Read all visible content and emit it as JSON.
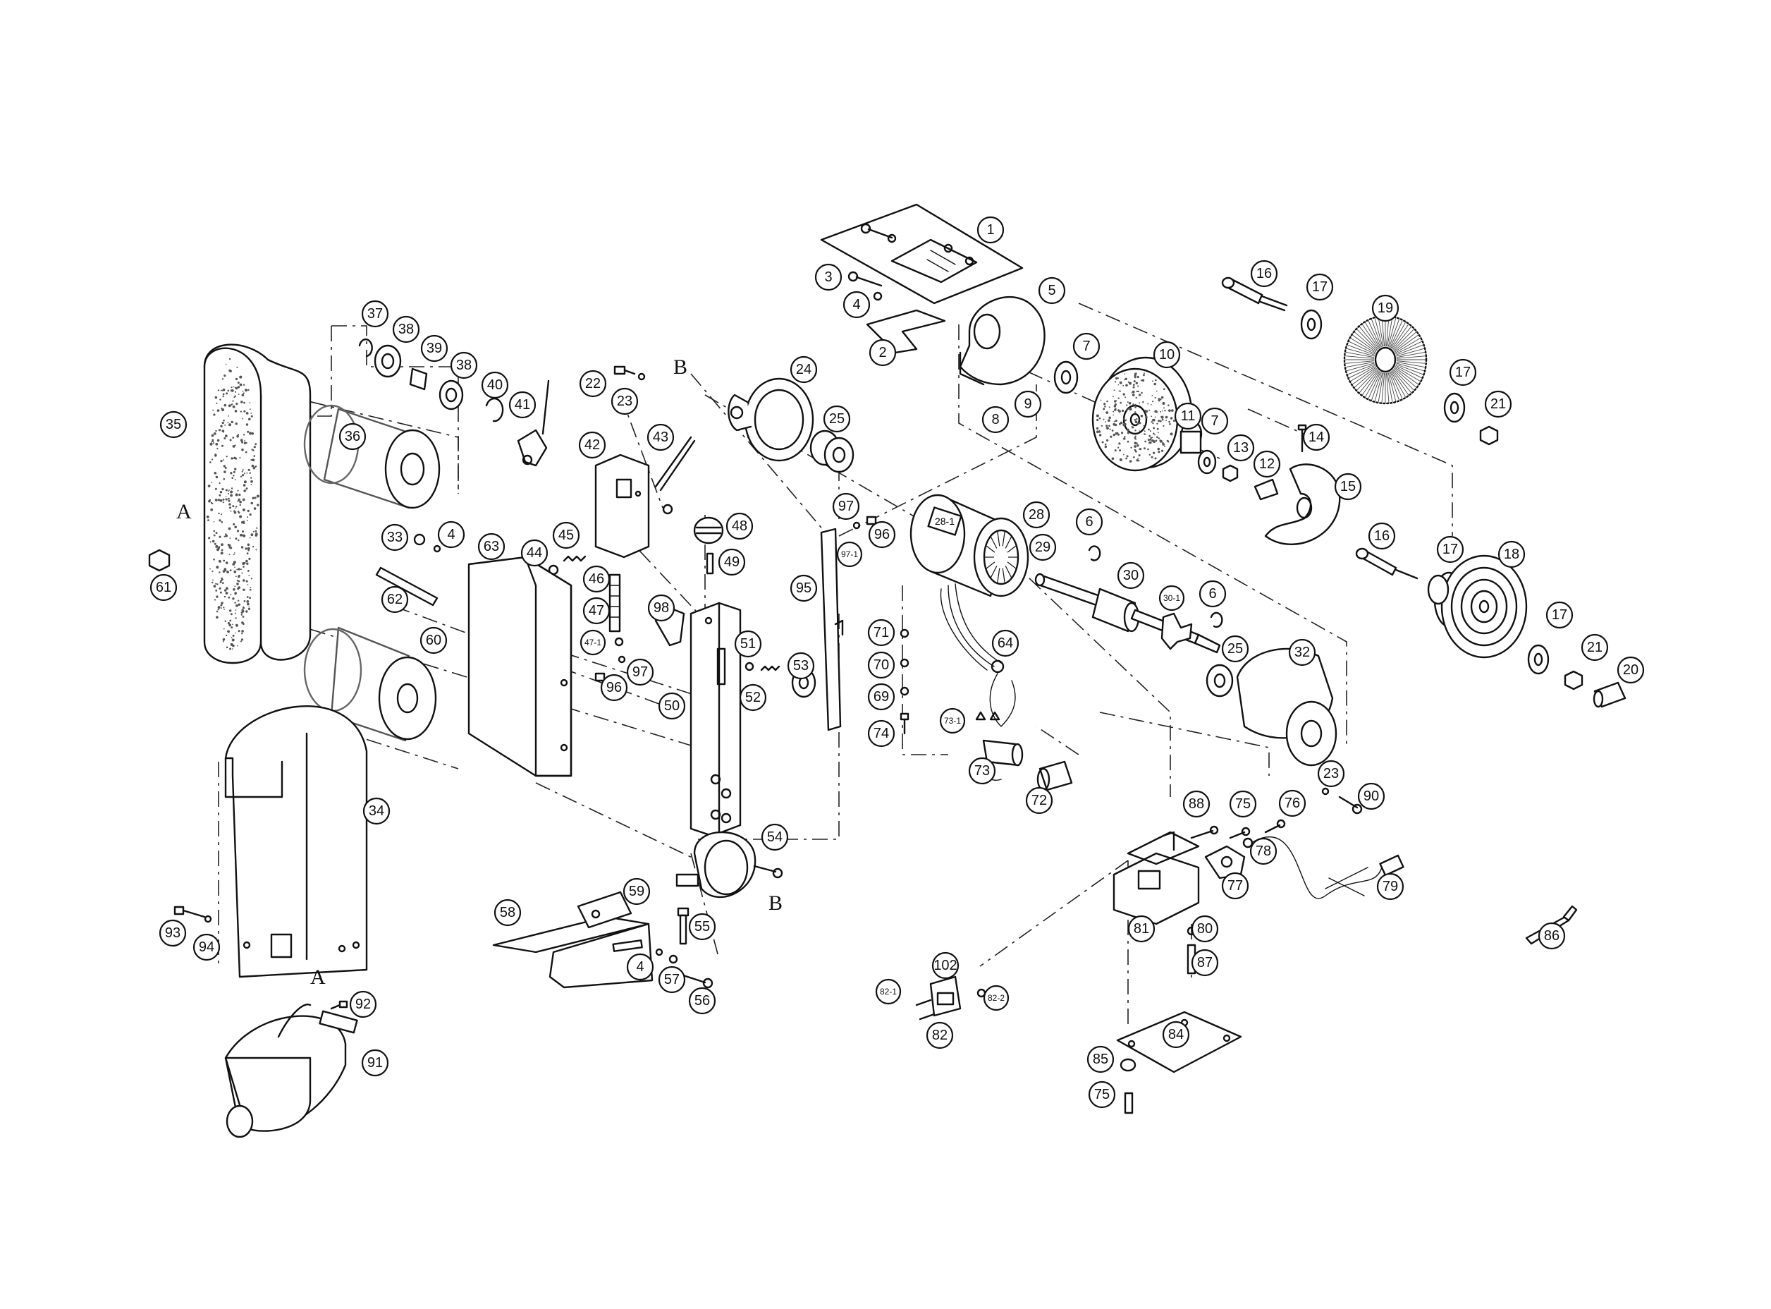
{
  "diagram": {
    "callouts": [
      {
        "id": "c1",
        "label": "1"
      },
      {
        "id": "c2",
        "label": "2"
      },
      {
        "id": "c3",
        "label": "3"
      },
      {
        "id": "c4a",
        "label": "4"
      },
      {
        "id": "c5",
        "label": "5"
      },
      {
        "id": "c6a",
        "label": "6"
      },
      {
        "id": "c6b",
        "label": "6"
      },
      {
        "id": "c7a",
        "label": "7"
      },
      {
        "id": "c7b",
        "label": "7"
      },
      {
        "id": "c8",
        "label": "8"
      },
      {
        "id": "c9",
        "label": "9"
      },
      {
        "id": "c10",
        "label": "10"
      },
      {
        "id": "c11",
        "label": "11"
      },
      {
        "id": "c12",
        "label": "12"
      },
      {
        "id": "c13",
        "label": "13"
      },
      {
        "id": "c14",
        "label": "14"
      },
      {
        "id": "c15",
        "label": "15"
      },
      {
        "id": "c16a",
        "label": "16"
      },
      {
        "id": "c16b",
        "label": "16"
      },
      {
        "id": "c17a",
        "label": "17"
      },
      {
        "id": "c17b",
        "label": "17"
      },
      {
        "id": "c17c",
        "label": "17"
      },
      {
        "id": "c17d",
        "label": "17"
      },
      {
        "id": "c18",
        "label": "18"
      },
      {
        "id": "c19",
        "label": "19"
      },
      {
        "id": "c20",
        "label": "20"
      },
      {
        "id": "c21a",
        "label": "21"
      },
      {
        "id": "c21b",
        "label": "21"
      },
      {
        "id": "c22",
        "label": "22"
      },
      {
        "id": "c23a",
        "label": "23"
      },
      {
        "id": "c23b",
        "label": "23"
      },
      {
        "id": "c24",
        "label": "24"
      },
      {
        "id": "c25a",
        "label": "25"
      },
      {
        "id": "c25b",
        "label": "25"
      },
      {
        "id": "c28",
        "label": "28"
      },
      {
        "id": "c29",
        "label": "29"
      },
      {
        "id": "c30",
        "label": "30"
      },
      {
        "id": "c30-1",
        "label": "30-1"
      },
      {
        "id": "c32",
        "label": "32"
      },
      {
        "id": "c33",
        "label": "33"
      },
      {
        "id": "c4b",
        "label": "4"
      },
      {
        "id": "c34",
        "label": "34"
      },
      {
        "id": "c35",
        "label": "35"
      },
      {
        "id": "c36",
        "label": "36"
      },
      {
        "id": "c37",
        "label": "37"
      },
      {
        "id": "c38a",
        "label": "38"
      },
      {
        "id": "c38b",
        "label": "38"
      },
      {
        "id": "c39",
        "label": "39"
      },
      {
        "id": "c40",
        "label": "40"
      },
      {
        "id": "c41",
        "label": "41"
      },
      {
        "id": "c42",
        "label": "42"
      },
      {
        "id": "c43",
        "label": "43"
      },
      {
        "id": "c44",
        "label": "44"
      },
      {
        "id": "c45",
        "label": "45"
      },
      {
        "id": "c46",
        "label": "46"
      },
      {
        "id": "c47",
        "label": "47"
      },
      {
        "id": "c47-1",
        "label": "47-1"
      },
      {
        "id": "c48",
        "label": "48"
      },
      {
        "id": "c49",
        "label": "49"
      },
      {
        "id": "c50",
        "label": "50"
      },
      {
        "id": "c51",
        "label": "51"
      },
      {
        "id": "c52",
        "label": "52"
      },
      {
        "id": "c53",
        "label": "53"
      },
      {
        "id": "c54",
        "label": "54"
      },
      {
        "id": "c55",
        "label": "55"
      },
      {
        "id": "c56",
        "label": "56"
      },
      {
        "id": "c57",
        "label": "57"
      },
      {
        "id": "c4c",
        "label": "4"
      },
      {
        "id": "c58",
        "label": "58"
      },
      {
        "id": "c59",
        "label": "59"
      },
      {
        "id": "c60",
        "label": "60"
      },
      {
        "id": "c61",
        "label": "61"
      },
      {
        "id": "c62",
        "label": "62"
      },
      {
        "id": "c63",
        "label": "63"
      },
      {
        "id": "c64",
        "label": "64"
      },
      {
        "id": "c69",
        "label": "69"
      },
      {
        "id": "c70",
        "label": "70"
      },
      {
        "id": "c71",
        "label": "71"
      },
      {
        "id": "c72",
        "label": "72"
      },
      {
        "id": "c73",
        "label": "73"
      },
      {
        "id": "c73-1",
        "label": "73-1"
      },
      {
        "id": "c74",
        "label": "74"
      },
      {
        "id": "c75a",
        "label": "75"
      },
      {
        "id": "c75b",
        "label": "75"
      },
      {
        "id": "c76",
        "label": "76"
      },
      {
        "id": "c77",
        "label": "77"
      },
      {
        "id": "c78",
        "label": "78"
      },
      {
        "id": "c79",
        "label": "79"
      },
      {
        "id": "c80",
        "label": "80"
      },
      {
        "id": "c81",
        "label": "81"
      },
      {
        "id": "c82",
        "label": "82"
      },
      {
        "id": "c82-1",
        "label": "82-1"
      },
      {
        "id": "c82-2",
        "label": "82-2"
      },
      {
        "id": "c84",
        "label": "84"
      },
      {
        "id": "c85",
        "label": "85"
      },
      {
        "id": "c86",
        "label": "86"
      },
      {
        "id": "c87",
        "label": "87"
      },
      {
        "id": "c88",
        "label": "88"
      },
      {
        "id": "c90",
        "label": "90"
      },
      {
        "id": "c91",
        "label": "91"
      },
      {
        "id": "c92",
        "label": "92"
      },
      {
        "id": "c93",
        "label": "93"
      },
      {
        "id": "c94",
        "label": "94"
      },
      {
        "id": "c95",
        "label": "95"
      },
      {
        "id": "c96a",
        "label": "96"
      },
      {
        "id": "c96b",
        "label": "96"
      },
      {
        "id": "c97a",
        "label": "97"
      },
      {
        "id": "c97b",
        "label": "97"
      },
      {
        "id": "c97-1",
        "label": "97-1"
      },
      {
        "id": "c98",
        "label": "98"
      },
      {
        "id": "c102",
        "label": "102"
      }
    ],
    "section_marks": [
      {
        "id": "mA1",
        "label": "A"
      },
      {
        "id": "mA2",
        "label": "A"
      },
      {
        "id": "mB1",
        "label": "B"
      },
      {
        "id": "mB2",
        "label": "B"
      }
    ],
    "stamp_28_1": "28-1"
  }
}
